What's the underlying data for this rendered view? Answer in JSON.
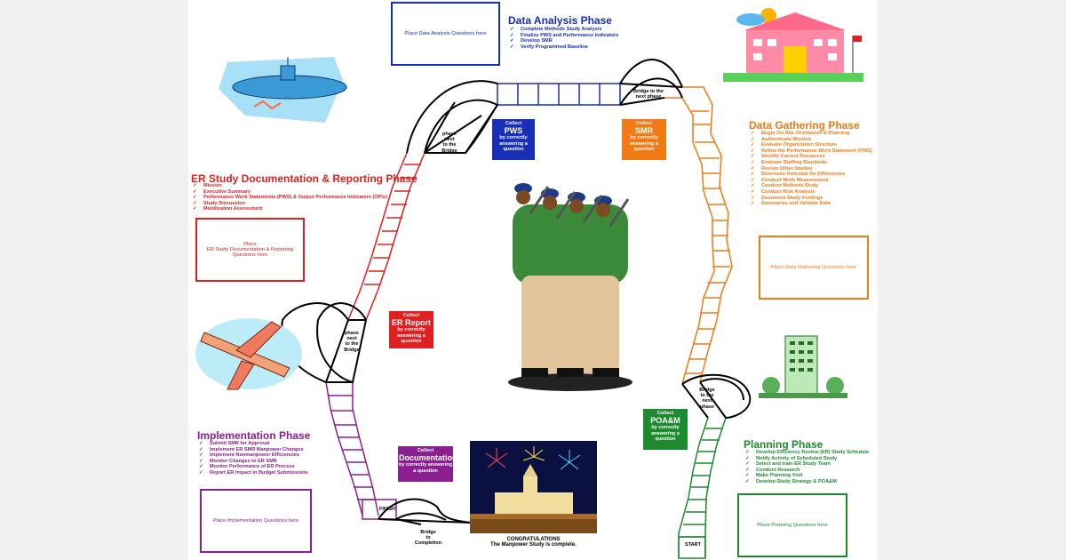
{
  "colors": {
    "data_analysis": "#1a2fb8",
    "data_gathering": "#f07a14",
    "er_study": "#e02020",
    "implementation": "#8a2090",
    "planning": "#1e8a30",
    "documentation_bg": "#8a2090",
    "pws_bg": "#1a2fb8",
    "smr_bg": "#f07a14",
    "er_report_bg": "#e02020",
    "poam_bg": "#1e8a30"
  },
  "phases": {
    "data_analysis": {
      "title": "Data Analysis Phase",
      "items": [
        "Complete Methods Study Analysis",
        "Finalize PWS and Performance Indicators",
        "Develop SMR",
        "Verify Programmed Baseline"
      ],
      "question_box": "Place Data Analysis Questions here"
    },
    "data_gathering": {
      "title": "Data Gathering Phase",
      "items": [
        "Begin On-Site Orientation & Planning",
        "Authenticate Mission",
        "Evaluate Organization Structure",
        "Refine the Performance Work Statement (PWS)",
        "Identify Current Resources",
        "Evaluate Staffing Standards",
        "Review Other Studies",
        "Determine Potential for Efficiencies",
        "Conduct Work Measurement",
        "Conduct Methods Study",
        "Conduct Risk Analysis",
        "Document Study Findings",
        "Summarize and Validate Data"
      ],
      "question_box": "Place Data Gathering Questions here"
    },
    "er_study": {
      "title": "ER Study Documentation & Reporting Phase",
      "items": [
        "Mission",
        "Executive Summary",
        "Performance Work Statements (PWS) & Output Performance Indicators (OPIs)",
        "Study Discussion",
        "Mobilization Assessment"
      ],
      "question_box_line1": "Place",
      "question_box_line2": "ER Study Documentation & Reporting",
      "question_box_line3": "Questions here"
    },
    "implementation": {
      "title": "Implementation Phase",
      "items": [
        "Submit SMR for Approval",
        "Implement ER SMR Manpower Changes",
        "Implement Nonmanpower Efficiencies",
        "Monitor Changes to ER SMR",
        "Monitor Performance of ER Process",
        "Report ER Impact in Budget Submissions"
      ],
      "question_box": "Place Implementation Questions here"
    },
    "planning": {
      "title": "Planning Phase",
      "items": [
        "Develop Efficiency Review (ER) Study Schedule",
        "Notify Activity of Scheduled Study",
        "Select and train ER Study Team",
        "Conduct Research",
        "Make Planning Visit",
        "Develop Study Strategy & POA&M"
      ],
      "question_box": "Place Planning Questions here"
    }
  },
  "collect_boxes": {
    "pws": {
      "l1": "Collect",
      "big": "PWS",
      "l2": "by correctly",
      "l3": "answering a",
      "l4": "question"
    },
    "smr": {
      "l1": "Collect",
      "big": "SMR",
      "l2": "by correctly",
      "l3": "answering a",
      "l4": "question"
    },
    "er_report": {
      "l1": "Collect",
      "big": "ER Report",
      "l2": "by correctly",
      "l3": "answering a",
      "l4": "question"
    },
    "poam": {
      "l1": "Collect",
      "big": "POA&M",
      "l2": "by correctly",
      "l3": "answering a",
      "l4": "question"
    },
    "documentation": {
      "l1": "Collect",
      "big": "Documentation",
      "l2": "by correctly answering",
      "l3": "a question"
    }
  },
  "bridges": {
    "top_right": {
      "l1": "Bridge to the",
      "l2": "next phase"
    },
    "top_left": {
      "l1": "phase",
      "l2": "next",
      "l3": "to the",
      "l4": "Bridge"
    },
    "mid_left": {
      "l1": "phase",
      "l2": "next",
      "l3": "to the",
      "l4": "Bridge"
    },
    "bottom_right": {
      "l1": "Bridge",
      "l2": "to the",
      "l3": "next",
      "l4": "phase"
    },
    "bottom": {
      "l1": "Bridge",
      "l2": "to",
      "l3": "Completion"
    }
  },
  "markers": {
    "start": "START",
    "finish": "FINISH"
  },
  "congrats": {
    "l1": "CONGRATULATIONS",
    "l2": "The Manpower Study is complete."
  },
  "icons": [
    "submarine-icon",
    "school-building-icon",
    "airplane-icon",
    "office-building-icon",
    "soldiers-marching-icon",
    "fireworks-parliament-icon"
  ]
}
